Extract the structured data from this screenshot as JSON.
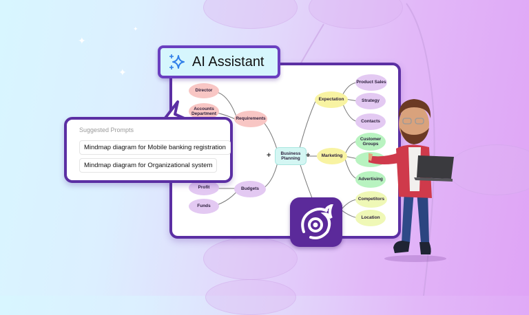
{
  "header": {
    "icon": "sparkle-icon",
    "title": "AI Assistant"
  },
  "suggested_prompts": {
    "label": "Suggested Prompts",
    "items": [
      "Mindmap diagram for Mobile banking registration",
      "Mindmap diagram for Organizational system"
    ]
  },
  "mindmap": {
    "root": "Business\nPlanning",
    "root_lines": [
      "Business",
      "Planning"
    ],
    "nodes": {
      "director": "Director",
      "accounts_l1": "Accounts",
      "accounts_l2": "Department",
      "requirements": "Requirements",
      "profit": "Profit",
      "funds": "Funds",
      "budgets": "Budgets",
      "expectation": "Expectation",
      "product_sales": "Product Sales",
      "strategy": "Strategy",
      "contacts": "Contacts",
      "marketing": "Marketing",
      "customer_groups_l1": "Customer",
      "customer_groups_l2": "Groups",
      "advertising": "Advertising",
      "competitors": "Competitors",
      "location": "Location"
    },
    "expand_symbol": "+"
  },
  "logo": {
    "icon": "blazor-at-flame-icon",
    "glyph": "@"
  },
  "colors": {
    "accent": "#5b2fa3",
    "header_bg": "#d6f6fd",
    "sparkle": "#2f7ee8",
    "node_pink": "#f8c6c4",
    "node_lavender": "#e3c9f2",
    "node_yellow": "#f8f3a2",
    "node_green": "#b8f3c0",
    "node_lime": "#eff8b6",
    "node_teal": "#d4f6f3"
  }
}
